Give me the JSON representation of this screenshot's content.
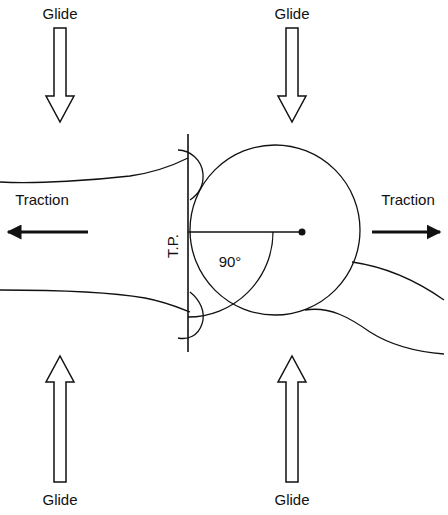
{
  "diagram": {
    "labels": [
      "Glide",
      "Glide",
      "Traction",
      "T.P.",
      "90°",
      "Traction",
      "Glide",
      "Glide"
    ]
  }
}
